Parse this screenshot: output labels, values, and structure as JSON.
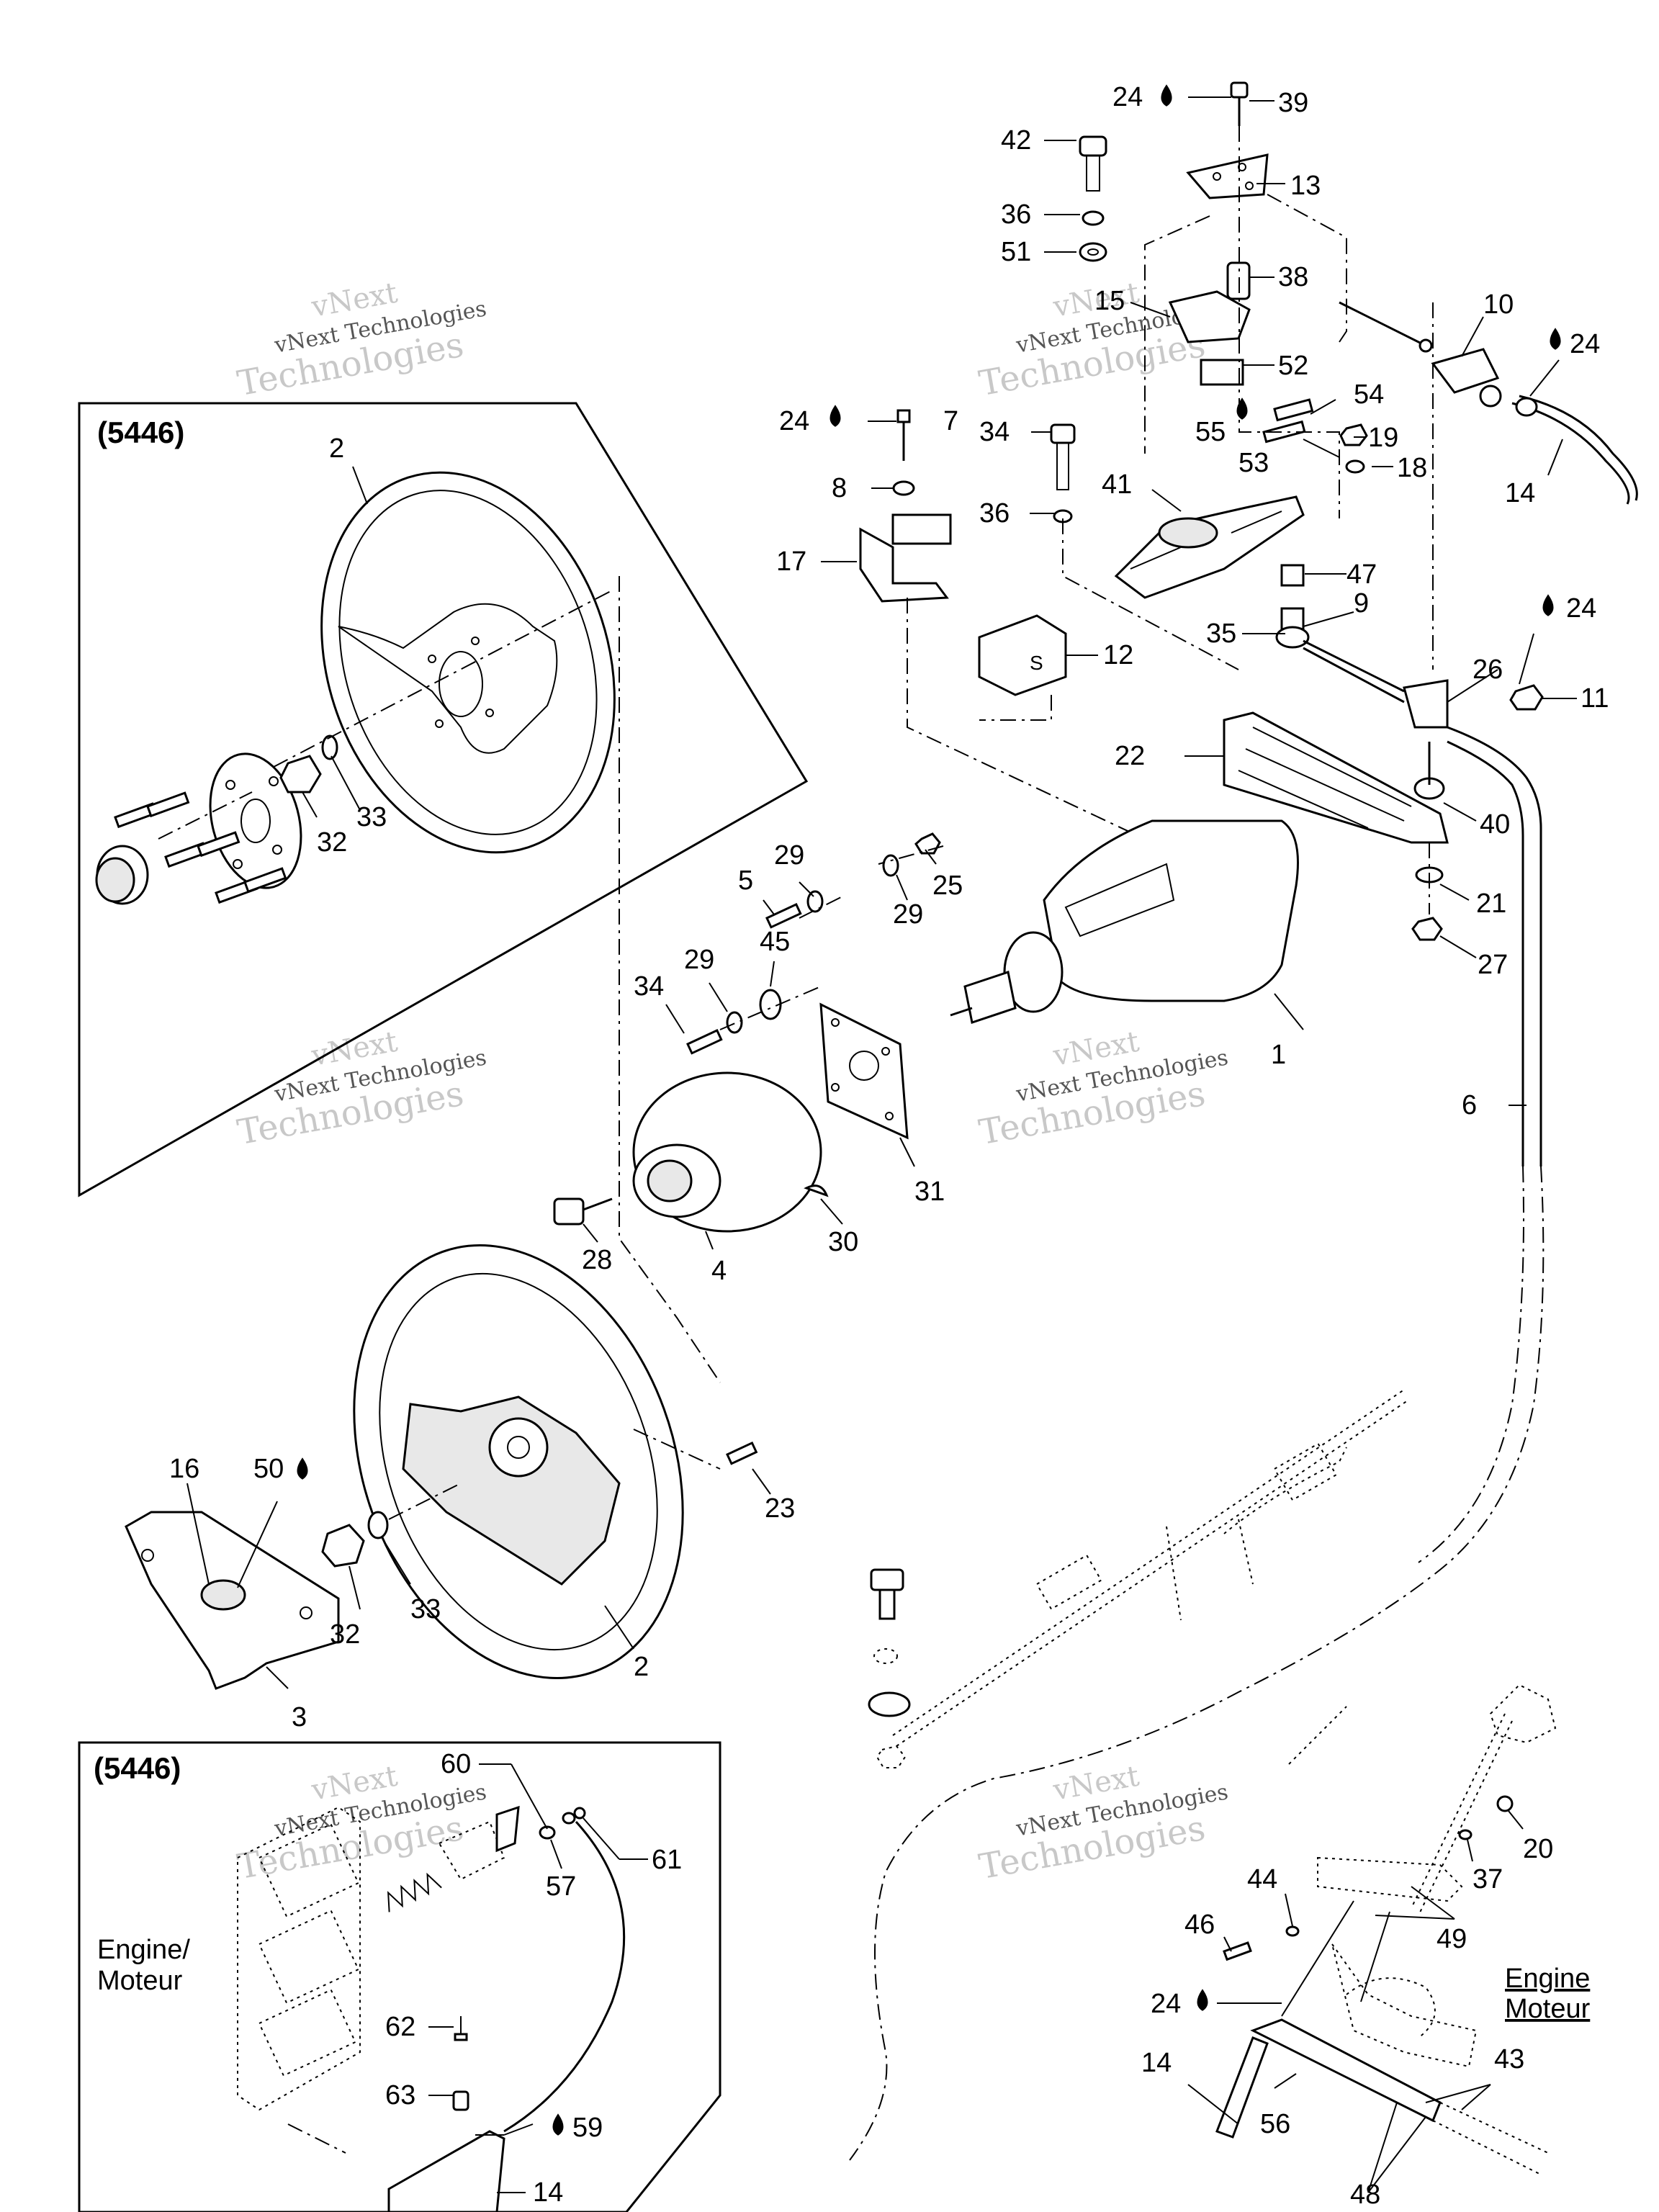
{
  "watermark": {
    "line1": "vNext",
    "line2": "vNext Technologies",
    "line3": "Technologies"
  },
  "inset_top": {
    "title": "(5446)"
  },
  "inset_bottom": {
    "title": "(5446)",
    "engine_label_1": "Engine/",
    "engine_label_2": "Moteur"
  },
  "engine_label": {
    "line1": "Engine",
    "line2": "Moteur"
  },
  "lube_icon": "drop-icon",
  "labels": [
    {
      "id": "l39",
      "text": "39"
    },
    {
      "id": "l24a",
      "text": "24"
    },
    {
      "id": "l42",
      "text": "42"
    },
    {
      "id": "l13",
      "text": "13"
    },
    {
      "id": "l36a",
      "text": "36"
    },
    {
      "id": "l51",
      "text": "51"
    },
    {
      "id": "l38",
      "text": "38"
    },
    {
      "id": "l15",
      "text": "15"
    },
    {
      "id": "l10",
      "text": "10"
    },
    {
      "id": "l24b",
      "text": "24"
    },
    {
      "id": "l52",
      "text": "52"
    },
    {
      "id": "l54",
      "text": "54"
    },
    {
      "id": "l24c",
      "text": "24"
    },
    {
      "id": "l7",
      "text": "7"
    },
    {
      "id": "l34a",
      "text": "34"
    },
    {
      "id": "l55",
      "text": "55"
    },
    {
      "id": "l19",
      "text": "19"
    },
    {
      "id": "l53",
      "text": "53"
    },
    {
      "id": "l18",
      "text": "18"
    },
    {
      "id": "l14a",
      "text": "14"
    },
    {
      "id": "l8",
      "text": "8"
    },
    {
      "id": "l41",
      "text": "41"
    },
    {
      "id": "l36b",
      "text": "36"
    },
    {
      "id": "l17",
      "text": "17"
    },
    {
      "id": "l47",
      "text": "47"
    },
    {
      "id": "l9",
      "text": "9"
    },
    {
      "id": "l24d",
      "text": "24"
    },
    {
      "id": "l35",
      "text": "35"
    },
    {
      "id": "l12",
      "text": "12"
    },
    {
      "id": "l26",
      "text": "26"
    },
    {
      "id": "l11",
      "text": "11"
    },
    {
      "id": "l22",
      "text": "22"
    },
    {
      "id": "l40",
      "text": "40"
    },
    {
      "id": "l2a",
      "text": "2"
    },
    {
      "id": "l29a",
      "text": "29"
    },
    {
      "id": "l25",
      "text": "25"
    },
    {
      "id": "l5",
      "text": "5"
    },
    {
      "id": "l29b",
      "text": "29"
    },
    {
      "id": "l21",
      "text": "21"
    },
    {
      "id": "l29c",
      "text": "29"
    },
    {
      "id": "l45",
      "text": "45"
    },
    {
      "id": "l27",
      "text": "27"
    },
    {
      "id": "l34b",
      "text": "34"
    },
    {
      "id": "l1",
      "text": "1"
    },
    {
      "id": "l32a",
      "text": "32"
    },
    {
      "id": "l33a",
      "text": "33"
    },
    {
      "id": "l6",
      "text": "6"
    },
    {
      "id": "l31",
      "text": "31"
    },
    {
      "id": "l30",
      "text": "30"
    },
    {
      "id": "l28",
      "text": "28"
    },
    {
      "id": "l4",
      "text": "4"
    },
    {
      "id": "l23",
      "text": "23"
    },
    {
      "id": "l16",
      "text": "16"
    },
    {
      "id": "l50",
      "text": "50"
    },
    {
      "id": "l32b",
      "text": "32"
    },
    {
      "id": "l33b",
      "text": "33"
    },
    {
      "id": "l2b",
      "text": "2"
    },
    {
      "id": "l3",
      "text": "3"
    },
    {
      "id": "l60",
      "text": "60"
    },
    {
      "id": "l61",
      "text": "61"
    },
    {
      "id": "l57",
      "text": "57"
    },
    {
      "id": "l20",
      "text": "20"
    },
    {
      "id": "l37",
      "text": "37"
    },
    {
      "id": "l44",
      "text": "44"
    },
    {
      "id": "l49",
      "text": "49"
    },
    {
      "id": "l46",
      "text": "46"
    },
    {
      "id": "l24e",
      "text": "24"
    },
    {
      "id": "l62",
      "text": "62"
    },
    {
      "id": "l63",
      "text": "63"
    },
    {
      "id": "l59",
      "text": "59"
    },
    {
      "id": "l14b",
      "text": "14"
    },
    {
      "id": "l14c",
      "text": "14"
    },
    {
      "id": "l56",
      "text": "56"
    },
    {
      "id": "l43",
      "text": "43"
    },
    {
      "id": "l48",
      "text": "48"
    }
  ]
}
